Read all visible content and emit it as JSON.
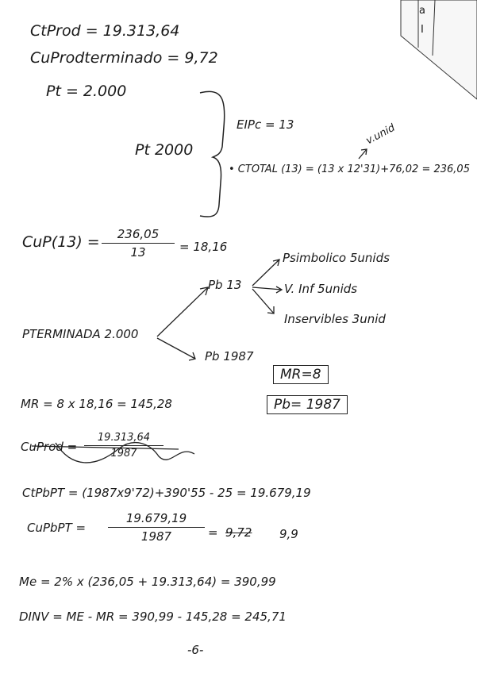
{
  "lines": {
    "ct_prod": "CtProd = 19.313,64",
    "cu_prod_terminado": "CuProdterminado = 9,72",
    "pt": "Pt = 2.000",
    "pt_brace": "Pt 2000",
    "ei_pc": "EIPc = 13",
    "v_unid_note": "v.unid",
    "ctotal": "• CTOTAL (13) = (13 x 12'31)+76,02 = 236,05",
    "cup13_label": "CuP(13) =",
    "cup13_num": "236,05",
    "cup13_den": "13",
    "cup13_result": "= 18,16",
    "pterminada": "PTERMINADA 2.000",
    "pb13": "Pb 13",
    "pb1987": "Pb 1987",
    "psimbolico": "Psimbolico  5unids",
    "vinf": "V. Inf     5unids",
    "inservibles": "Inservibles 3unid",
    "box_mr": "MR=8",
    "box_pb": "Pb= 1987",
    "mr": "MR = 8 x 18,16 = 145,28",
    "crossed_label": "CuProd =",
    "crossed_num": "19.313,64",
    "crossed_den": "1987",
    "ctpbpt": "CtPbPT = (1987x9'72)+390'55 - 25 = 19.679,19",
    "cupbpt_label": "CuPbPT =",
    "cupbpt_num": "19.679,19",
    "cupbpt_den": "1987",
    "cupbpt_struck": "9,72",
    "cupbpt_result": "9,9",
    "me": "Me = 2% x (236,05 + 19.313,64) = 390,99",
    "dinv": "DINV = ME - MR = 390,99 - 145,28 = 245,71",
    "page_number": "-6-"
  },
  "corner": {
    "letter_a": "a",
    "letter_i": "I"
  }
}
